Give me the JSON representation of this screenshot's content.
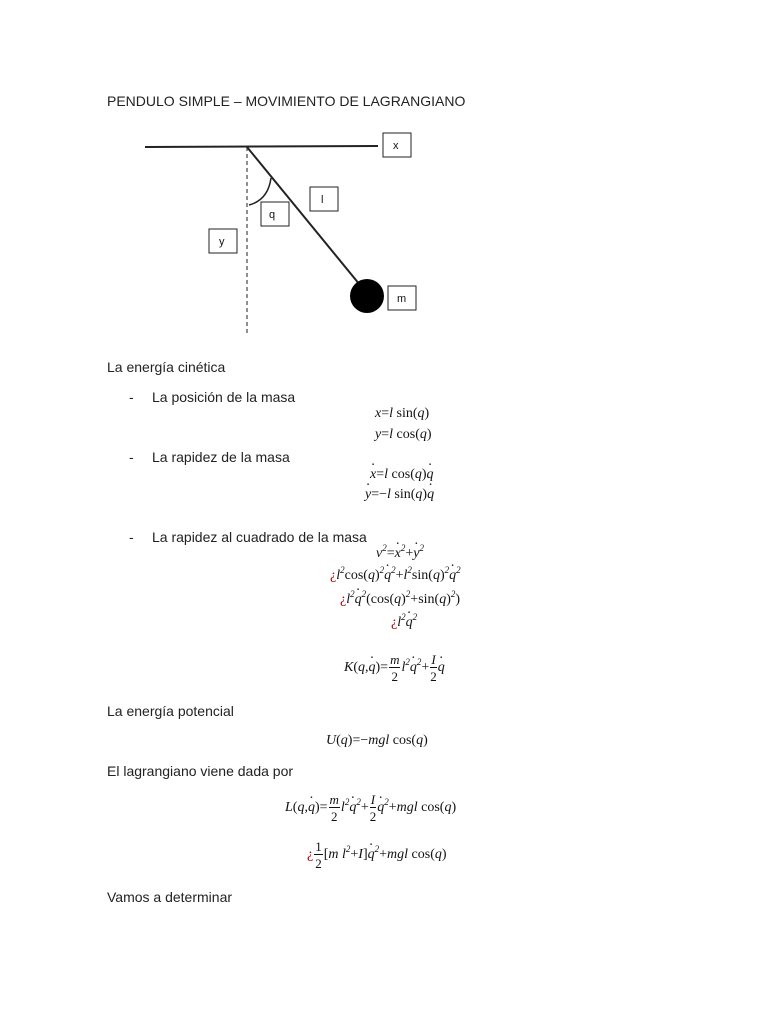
{
  "title": "PENDULO SIMPLE – MOVIMIENTO DE LAGRANGIANO",
  "diagram": {
    "label_x": "x",
    "label_l": "l",
    "label_q": "q",
    "label_y": "y",
    "label_m": "m"
  },
  "sections": {
    "kinetic": "La energía cinética",
    "bullet_position": "La posición de la masa",
    "bullet_speed": "La rapidez de la masa",
    "bullet_speed_sq": "La rapidez al cuadrado de la masa",
    "potential": "La energía potencial",
    "lagrangian": "El lagrangiano viene dada por",
    "determine": "Vamos a determinar"
  },
  "bullet_dash": "-"
}
